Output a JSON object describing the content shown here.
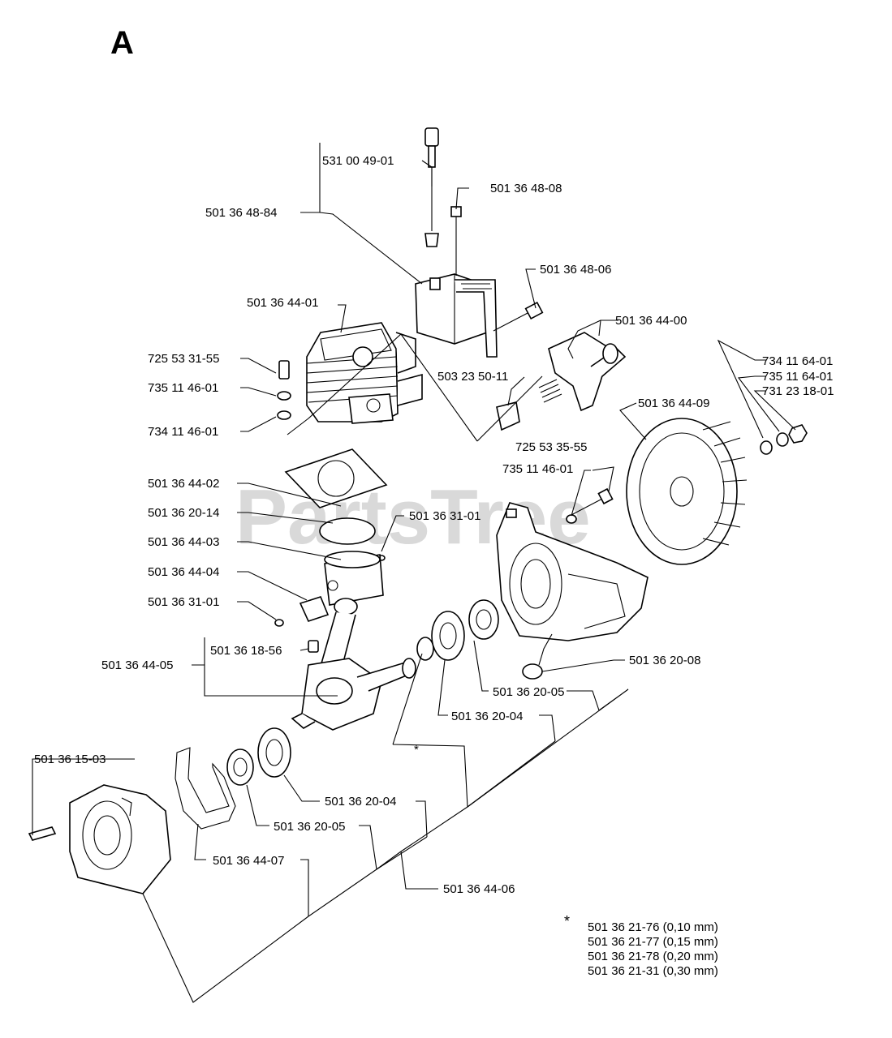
{
  "section_letter": "A",
  "watermark": "PartsTree",
  "labels": {
    "p531004901": "531 00 49-01",
    "p501364808": "501 36 48-08",
    "p501364884": "501 36 48-84",
    "p501364806": "501 36 48-06",
    "p501364401": "501 36 44-01",
    "p501364400": "501 36 44-00",
    "p725533155": "725 53 31-55",
    "p735114601a": "735 11 46-01",
    "p503235011": "503 23 50-11",
    "p734116401": "734 11 64-01",
    "p735116401": "735 11 64-01",
    "p731231801": "731 23 18-01",
    "p501364409": "501 36 44-09",
    "p734114601": "734 11 46-01",
    "p725533555": "725 53 35-55",
    "p735114601b": "735 11 46-01",
    "p501364402": "501 36 44-02",
    "p501362014": "501 36 20-14",
    "p501363101a": "501 36 31-01",
    "p501364403": "501 36 44-03",
    "p501364404": "501 36 44-04",
    "p501363101b": "501 36 31-01",
    "p501361856": "501 36 18-56",
    "p501364405": "501 36 44-05",
    "p501362008": "501 36 20-08",
    "p501362005a": "501 36 20-05",
    "p501362004a": "501 36 20-04",
    "asterisk": "*",
    "p501361503": "501 36 15-03",
    "p501362004b": "501 36 20-04",
    "p501362005b": "501 36 20-05",
    "p501364407": "501 36 44-07",
    "p501364406": "501 36 44-06"
  },
  "footnote": {
    "marker": "*",
    "lines": [
      "501 36 21-76 (0,10 mm)",
      "501 36 21-77 (0,15 mm)",
      "501 36 21-78 (0,20 mm)",
      "501 36 21-31 (0,30 mm)"
    ]
  }
}
